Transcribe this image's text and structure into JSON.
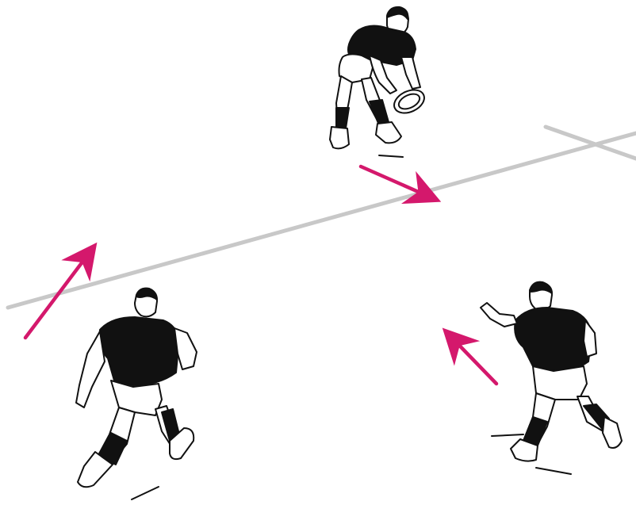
{
  "diagram": {
    "colors": {
      "background": "#ffffff",
      "field_line": "#c8c8c8",
      "arrow": "#d4186c",
      "ink": "#111111",
      "skin": "#ffffff"
    },
    "players": [
      {
        "role": "ball-carrier",
        "pose": "passing",
        "shirt": "black"
      },
      {
        "role": "support-runner",
        "pose": "running",
        "shirt": "black"
      },
      {
        "role": "support-runner",
        "pose": "running",
        "shirt": "black"
      }
    ],
    "arrows": [
      {
        "meaning": "ball-carrier-movement"
      },
      {
        "meaning": "left-runner-movement"
      },
      {
        "meaning": "right-runner-movement"
      }
    ]
  }
}
